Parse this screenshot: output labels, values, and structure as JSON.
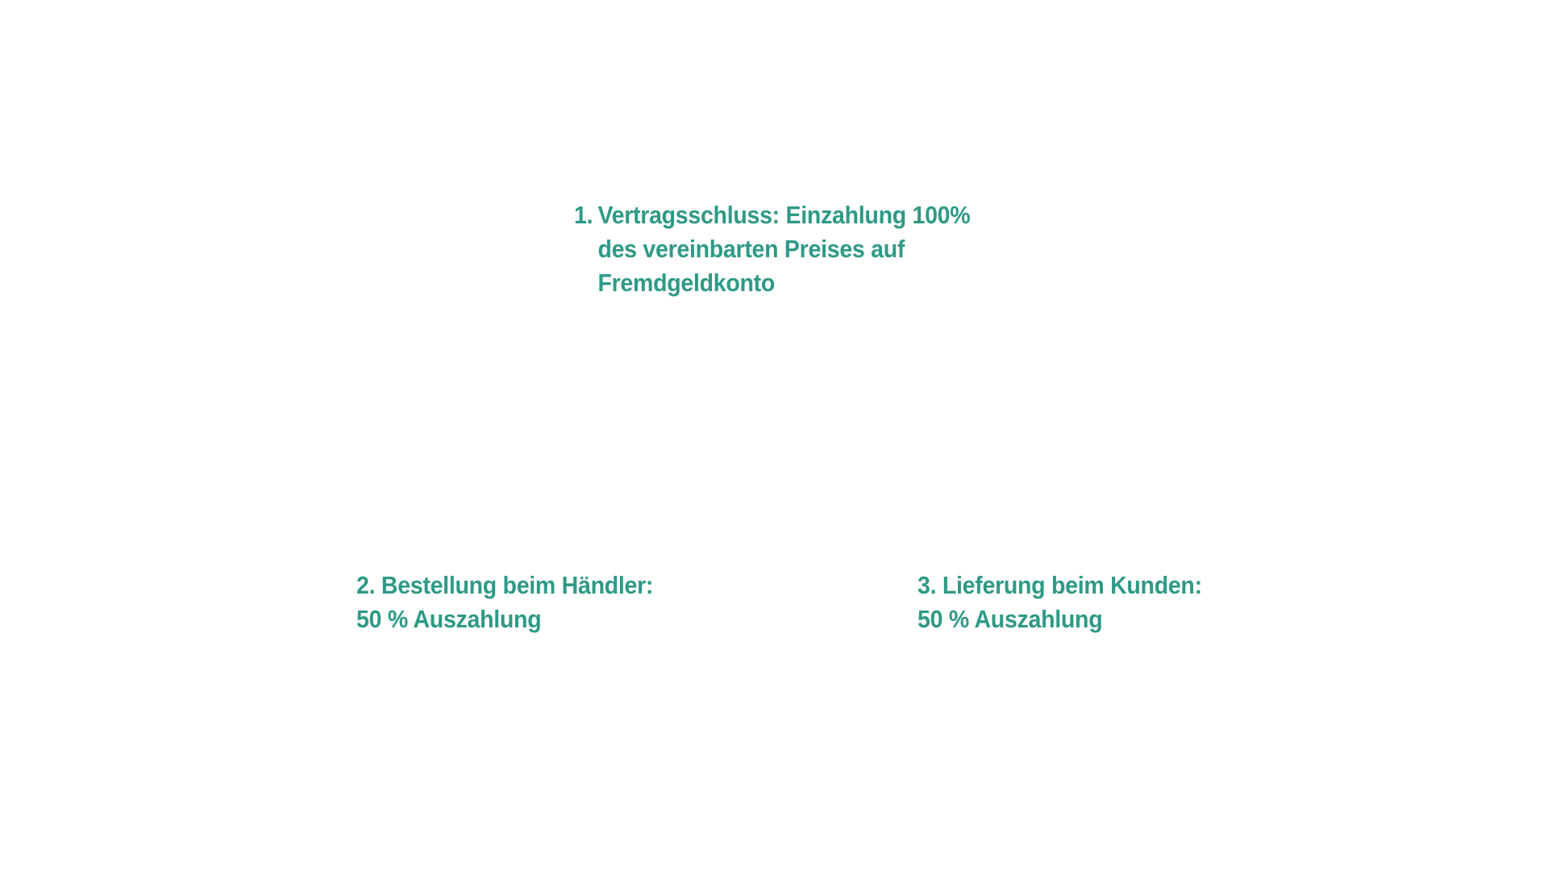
{
  "steps": [
    {
      "number": "1.",
      "lines": [
        "Vertragsschluss: Einzahlung 100%",
        "des vereinbarten Preises auf",
        "Fremdgeldkonto"
      ]
    },
    {
      "lines": [
        "2. Bestellung beim Händler:",
        "50 % Auszahlung"
      ]
    },
    {
      "lines": [
        "3. Lieferung beim Kunden:",
        "50 % Auszahlung"
      ]
    }
  ],
  "colors": {
    "text": "#2e9a86",
    "background": "#ffffff"
  }
}
